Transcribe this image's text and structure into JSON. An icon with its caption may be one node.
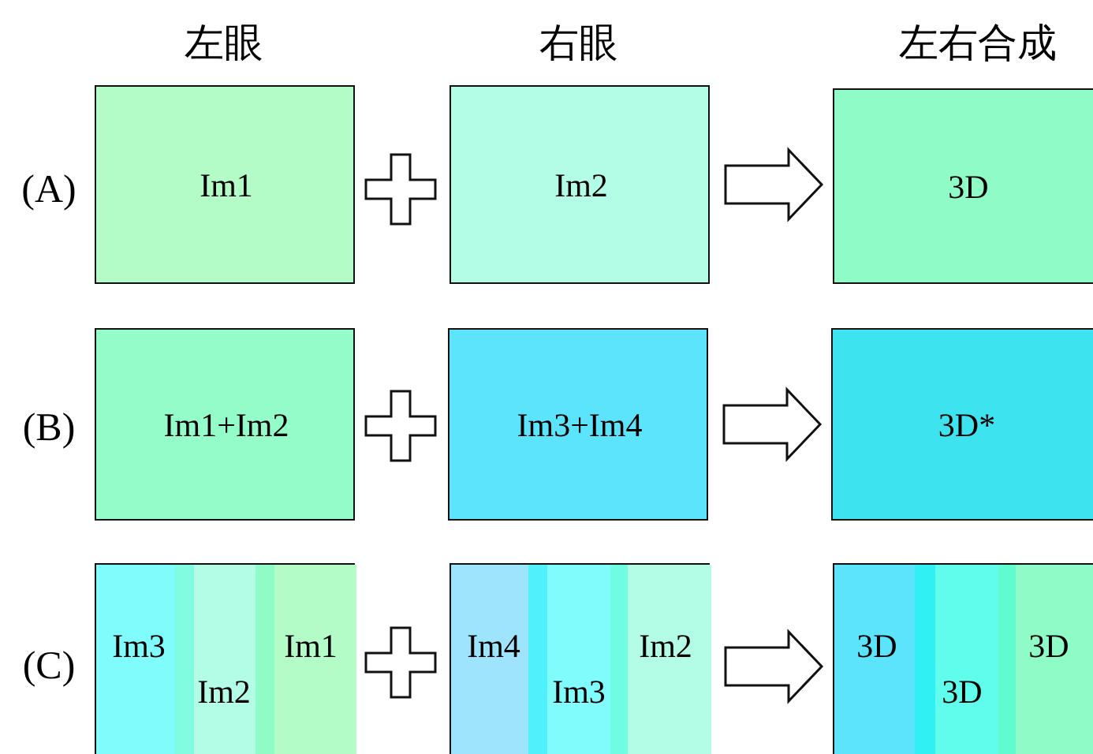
{
  "diagram": {
    "nodes": [
      {
        "text": [
          "Im1"
        ]
      },
      {
        "text": [
          "Im2"
        ]
      },
      {
        "text": [
          "3D"
        ]
      },
      {
        "text": [
          "Im1+Im2"
        ]
      },
      {
        "text": [
          "Im3+Im4"
        ]
      },
      {
        "text": [
          "3D*"
        ]
      },
      {
        "text": [
          "Im3",
          "Im2",
          "Im1"
        ]
      },
      {
        "text": [
          "Im4",
          "Im3",
          "Im2"
        ]
      },
      {
        "text": [
          "3D",
          "3D",
          "3D"
        ]
      }
    ],
    "edges": [
      {
        "from": 1,
        "to": 2,
        "arrow": "to"
      },
      {
        "from": 4,
        "to": 5,
        "arrow": "to"
      },
      {
        "from": 7,
        "to": 8,
        "arrow": "to"
      }
    ],
    "labels": [
      "左眼",
      "右眼",
      "左右合成",
      "(A)",
      "(B)",
      "(C)"
    ]
  }
}
